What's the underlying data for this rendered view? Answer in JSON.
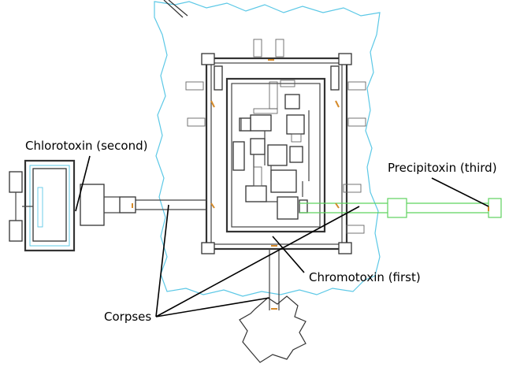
{
  "colors": {
    "moat": "#5cc8e6",
    "green_tunnel": "#5ed35e",
    "door": "#d58a2a",
    "wall": "#333333",
    "leader": "#000000"
  },
  "labels": {
    "chlorotoxin": "Chlorotoxin (second)",
    "precipitoxin": "Precipitoxin (third)",
    "chromotoxin": "Chromotoxin (first)",
    "corpses": "Corpses"
  }
}
